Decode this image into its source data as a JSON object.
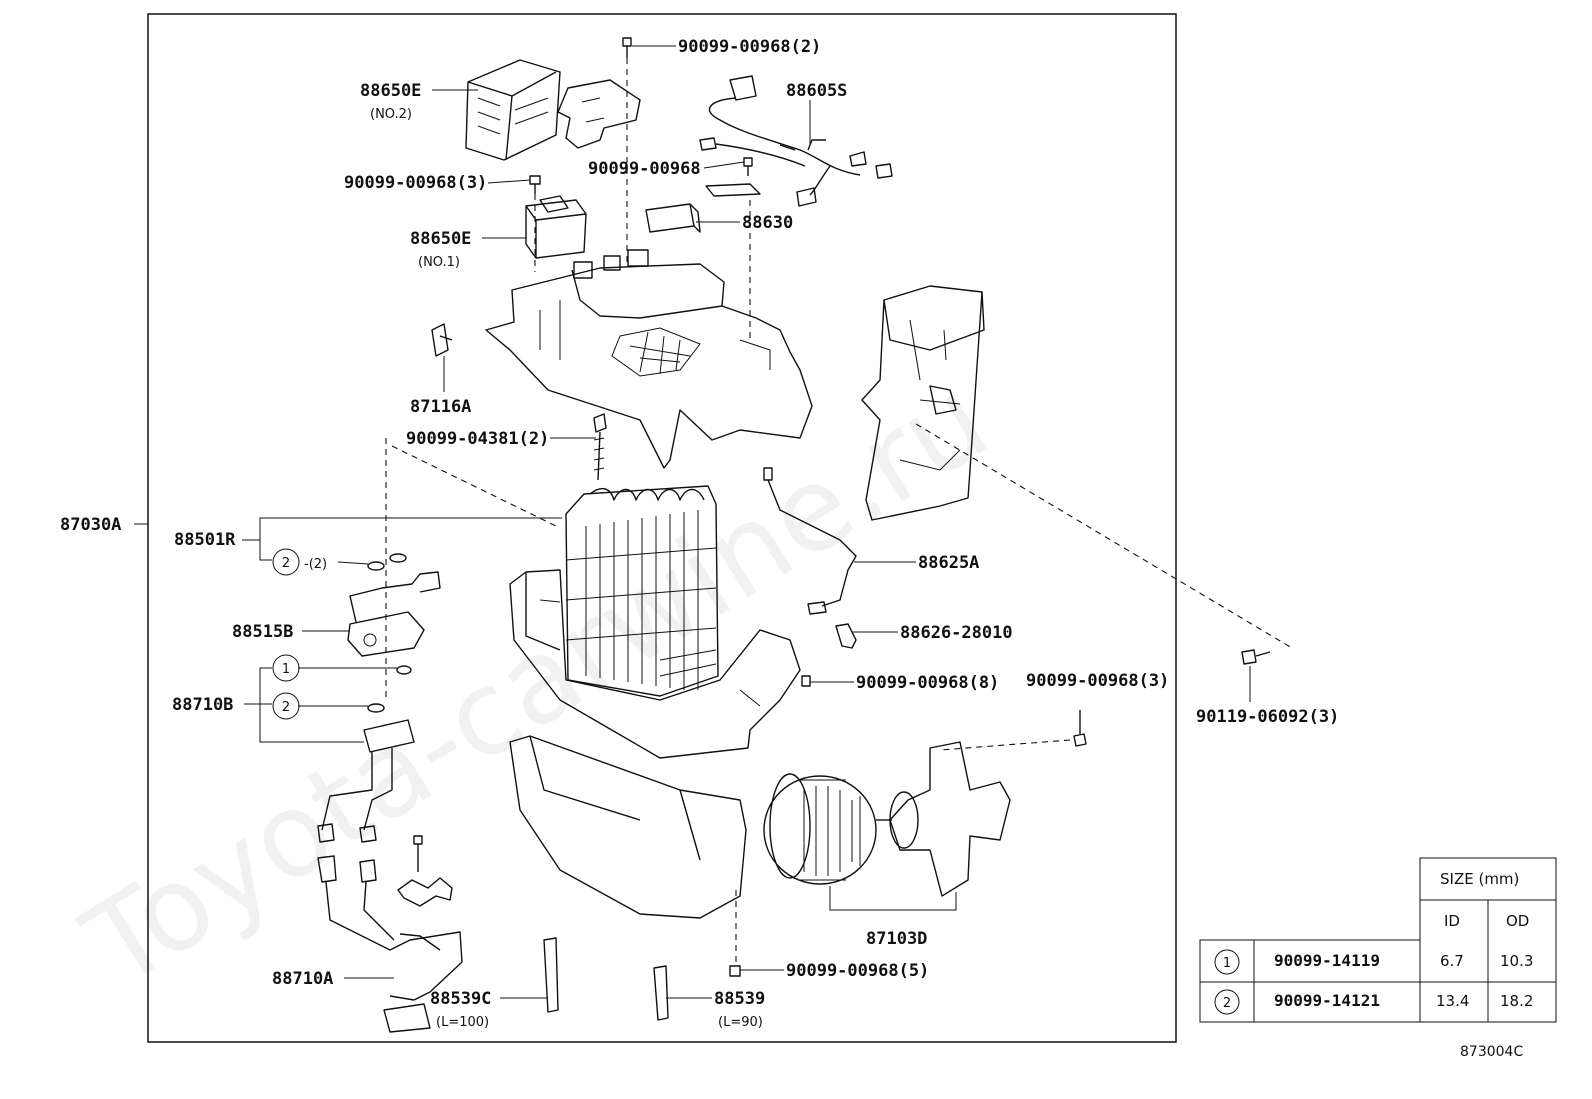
{
  "watermark": "Toyota-carwine.ru",
  "assembly_label": "87030A",
  "figure_code": "873004C",
  "labels": {
    "l88650E_no2": "88650E",
    "l88650E_no2_sub": "(NO.2)",
    "l90099_00968_2": "90099-00968(2)",
    "l88605S": "88605S",
    "l90099_00968_3a": "90099-00968(3)",
    "l90099_00968": "90099-00968",
    "l88630": "88630",
    "l88650E_no1": "88650E",
    "l88650E_no1_sub": "(NO.1)",
    "l87116A": "87116A",
    "l90099_04381_2": "90099-04381(2)",
    "l88501R": "88501R",
    "l2x2": "-(2)",
    "l88625A": "88625A",
    "l88515B": "88515B",
    "l88626_28010": "88626-28010",
    "l88710B": "88710B",
    "l90099_00968_8": "90099-00968(8)",
    "l90099_00968_3b": "90099-00968(3)",
    "l90119_06092_3": "90119-06092(3)",
    "l87103D": "87103D",
    "l88710A": "88710A",
    "l88539C": "88539C",
    "l88539C_sub": "(L=100)",
    "l88539": "88539",
    "l88539_sub": "(L=90)",
    "l90099_00968_5": "90099-00968(5)",
    "c1": "1",
    "c2": "2",
    "c2b": "2",
    "c1b": "1",
    "c2c": "2"
  },
  "size_table": {
    "header": "SIZE (mm)",
    "col_id": "ID",
    "col_od": "OD",
    "rows": [
      {
        "ref": "1",
        "part": "90099-14119",
        "id": "6.7",
        "od": "10.3"
      },
      {
        "ref": "2",
        "part": "90099-14121",
        "id": "13.4",
        "od": "18.2"
      }
    ]
  }
}
